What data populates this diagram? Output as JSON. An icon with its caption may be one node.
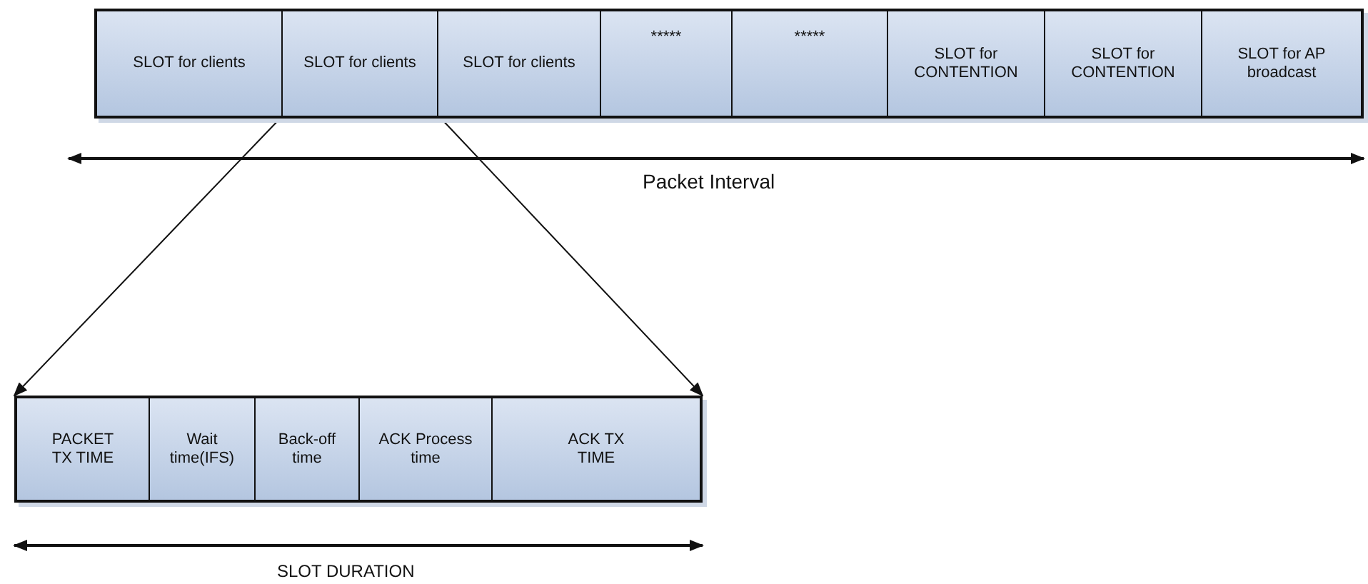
{
  "diagram": {
    "nodes": [
      {
        "text": [],
        "shape": "bar"
      },
      {
        "text": [
          "SLOT for clients"
        ],
        "in": 0
      },
      {
        "text": [
          "SLOT for clients"
        ],
        "in": 0
      },
      {
        "text": [
          "SLOT for clients"
        ],
        "in": 0
      },
      {
        "text": [
          "*****"
        ],
        "in": 0
      },
      {
        "text": [
          "*****"
        ],
        "in": 0
      },
      {
        "text": [
          "SLOT for CONTENTION"
        ],
        "in": 0
      },
      {
        "text": [
          "SLOT for CONTENTION"
        ],
        "in": 0
      },
      {
        "text": [
          "SLOT for AP broadcast"
        ],
        "in": 0
      },
      {
        "text": [],
        "shape": "bar"
      },
      {
        "text": [
          "PACKET TX TIME"
        ],
        "in": 9
      },
      {
        "text": [
          "Wait time(IFS)"
        ],
        "in": 9
      },
      {
        "text": [
          "Back-off time"
        ],
        "in": 9
      },
      {
        "text": [
          "ACK Process time"
        ],
        "in": 9
      },
      {
        "text": [
          "ACK TX TIME"
        ],
        "in": 9
      }
    ],
    "edges": [
      {
        "from": 2,
        "to": 9,
        "arrow": "to"
      },
      {
        "from": 2,
        "to": 9,
        "arrow": "to"
      }
    ],
    "labels": [
      "Packet Interval",
      "SLOT DURATION"
    ]
  }
}
